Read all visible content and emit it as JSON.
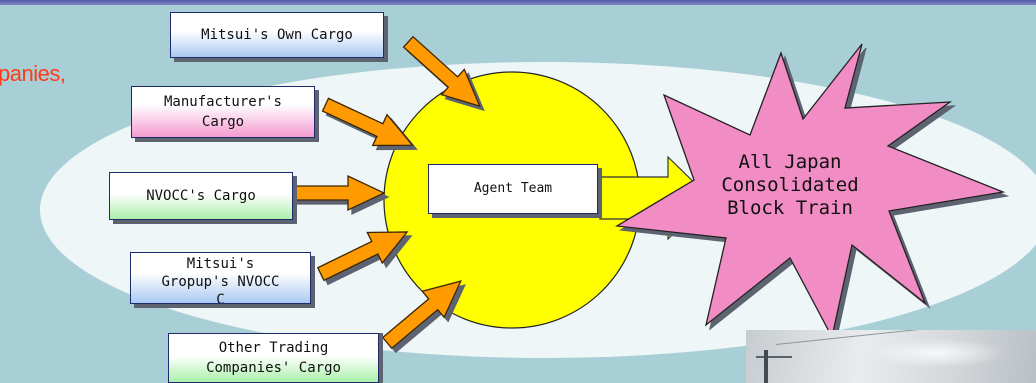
{
  "partial_heading": "panies,",
  "sources": [
    {
      "id": "mitsui-own-cargo",
      "label": "Mitsui's Own Cargo"
    },
    {
      "id": "manufacturers-cargo",
      "label": "Manufacturer's\nCargo"
    },
    {
      "id": "nvocc-cargo",
      "label": "NVOCC's Cargo"
    },
    {
      "id": "mitsui-group-nvocc",
      "label": "Mitsui's\nGropup's NVOCC\nC"
    },
    {
      "id": "other-trading",
      "label": "Other Trading\nCompanies' Cargo"
    }
  ],
  "center": {
    "label": "Agent Team"
  },
  "target": {
    "label": "All Japan\nConsolidated\nBlock Train"
  },
  "colors": {
    "background": "#a9cfd6",
    "ellipse": "#eef6f8",
    "circle": "#ffff00",
    "arrow": "#ff9a00",
    "burst": "#f28cc4",
    "heading": "#ff3b1a"
  }
}
